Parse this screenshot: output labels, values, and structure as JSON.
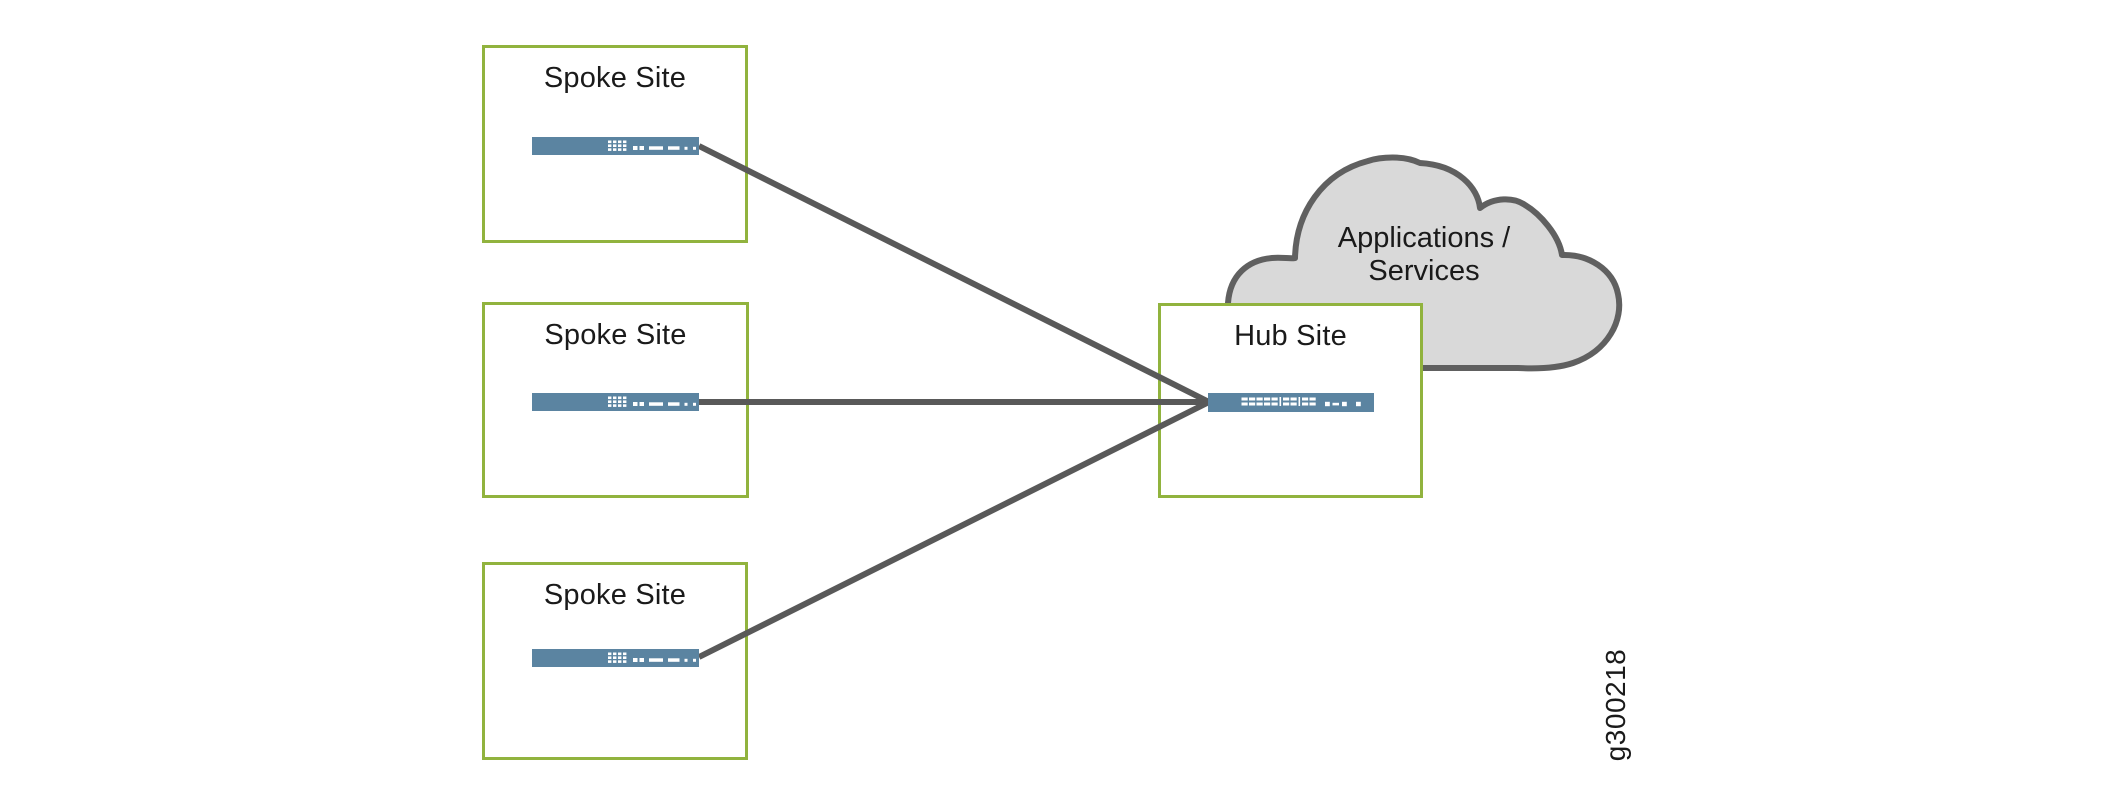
{
  "diagram": {
    "watermark": "g300218",
    "spoke_sites": [
      {
        "label": "Spoke Site",
        "device_icon": "network-switch-icon"
      },
      {
        "label": "Spoke Site",
        "device_icon": "network-switch-icon"
      },
      {
        "label": "Spoke Site",
        "device_icon": "network-switch-icon"
      }
    ],
    "hub_site": {
      "label": "Hub Site",
      "device_icon": "network-switch-icon"
    },
    "cloud": {
      "line1": "Applications /",
      "line2": "Services"
    },
    "connections": [
      {
        "from": "spoke-site-1",
        "to": "hub-site"
      },
      {
        "from": "spoke-site-2",
        "to": "hub-site"
      },
      {
        "from": "spoke-site-3",
        "to": "hub-site"
      }
    ],
    "colors": {
      "site_border_green": "#91B33E",
      "device_blue": "#5B84A1",
      "link_gray": "#595959",
      "cloud_fill": "#D9D9D9",
      "cloud_stroke": "#606060",
      "text": "#1A1A1A"
    }
  }
}
